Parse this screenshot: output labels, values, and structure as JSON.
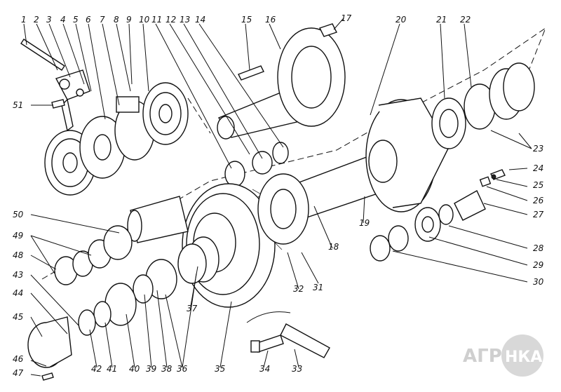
{
  "diagram": {
    "type": "exploded-assembly-drawing",
    "callout_labels": [
      "1",
      "2",
      "3",
      "4",
      "5",
      "6",
      "7",
      "8",
      "9",
      "10",
      "11",
      "12",
      "13",
      "14",
      "15",
      "16",
      "17",
      "18",
      "19",
      "20",
      "21",
      "22",
      "23",
      "24",
      "25",
      "26",
      "27",
      "28",
      "29",
      "30",
      "31",
      "32",
      "33",
      "34",
      "35",
      "36",
      "37",
      "38",
      "39",
      "40",
      "41",
      "42",
      "43",
      "44",
      "45",
      "46",
      "47",
      "48",
      "49",
      "50",
      "51"
    ]
  },
  "watermark": {
    "left": "АГРО",
    "right": "НКА",
    "color": "#cfcfcf"
  },
  "colors": {
    "ink": "#111111",
    "paper": "#ffffff"
  }
}
